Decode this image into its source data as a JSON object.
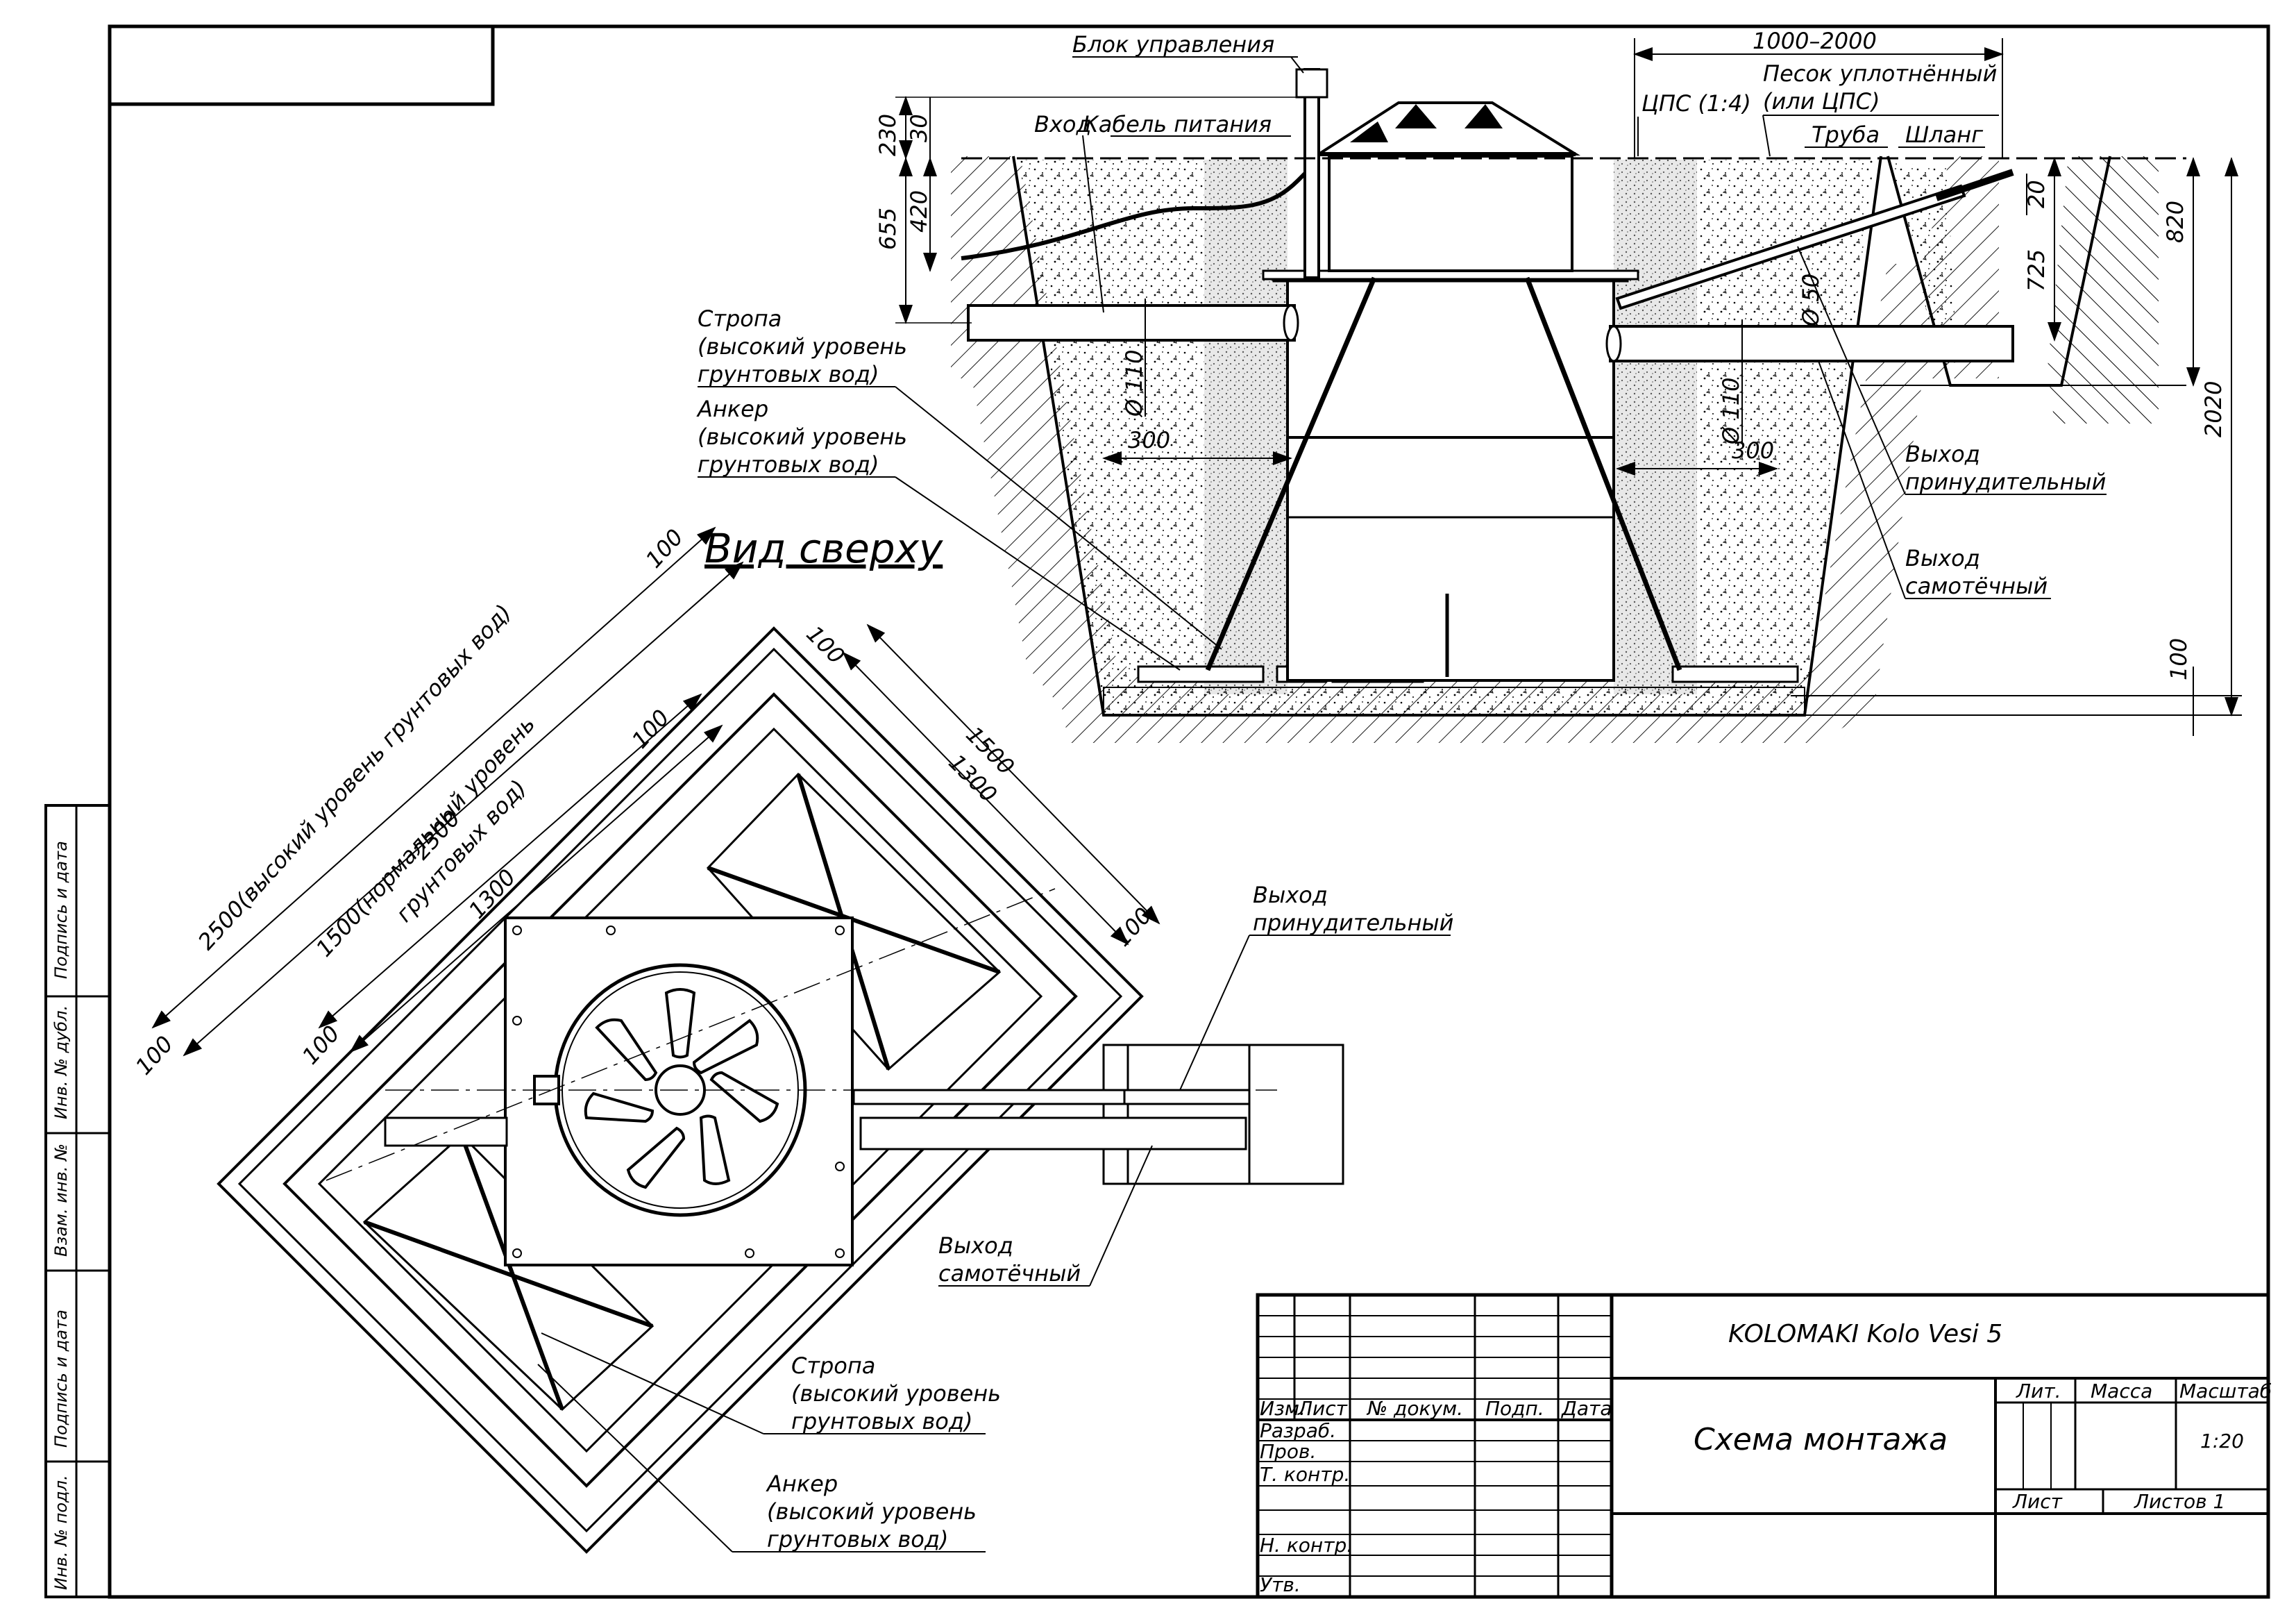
{
  "title_block": {
    "product": "KOLOMAKI Kolo Vesi 5",
    "sheet_title": "Схема монтажа",
    "headers": {
      "izm": "Изм.",
      "list": "Лист",
      "doc": "№ докум.",
      "sign": "Подп.",
      "date": "Дата"
    },
    "rows": {
      "razrab": "Разраб.",
      "prov": "Пров.",
      "tkontr": "Т. контр.",
      "nkontr": "Н. контр.",
      "utv": "Утв."
    },
    "lit": "Лит.",
    "mass": "Масса",
    "scale_label": "Масштаб",
    "scale": "1:20",
    "sheet": "Лист",
    "sheets": "Листов 1"
  },
  "side_strip": [
    "Подпись и дата",
    "Инв. № дубл.",
    "Взам. инв. №",
    "Подпись и дата",
    "Инв. № подл."
  ],
  "section": {
    "labels": {
      "control_unit": "Блок управления",
      "inlet": "Вход",
      "power_cable": "Кабель питания",
      "cps": "ЦПС (1:4)",
      "sand": "Песок уплотнённый",
      "sand2": "(или ЦПС)",
      "pipe": "Труба",
      "hose": "Шланг",
      "strap": "Стропа",
      "strap_note1": "(высокий уровень",
      "strap_note2": "грунтовых вод)",
      "anchor": "Анкер",
      "anchor_note1": "(высокий уровень",
      "anchor_note2": "грунтовых вод)",
      "forced_out": "Выход",
      "forced_out2": "принудительный",
      "gravity_out": "Выход",
      "gravity_out2": "самотёчный"
    },
    "dims": {
      "d1000_2000": "1000–2000",
      "d230": "230",
      "d30": "30",
      "d655": "655",
      "d420": "420",
      "d110a": "Ø 110",
      "d110b": "Ø 110",
      "d50": "Ø 50",
      "d300a": "300",
      "d300b": "300",
      "d20": "20",
      "d725": "725",
      "d820": "820",
      "d2020": "2020",
      "d100": "100"
    }
  },
  "plan": {
    "title": "Вид сверху",
    "dims": {
      "d2500": "2500(высокий уровень грунтовых вод)",
      "d2300": "2300",
      "d1500n": "1500(нормальный уровень",
      "d1500n2": "грунтовых вод)",
      "d1300a": "1300",
      "d1500": "1500",
      "d1300b": "1300",
      "d100a": "100",
      "d100b": "100",
      "d100c": "100",
      "d100d": "100",
      "d100e": "100",
      "d100f": "100"
    },
    "labels": {
      "forced_out": "Выход",
      "forced_out2": "принудительный",
      "gravity_out": "Выход",
      "gravity_out2": "самотёчный",
      "strap": "Стропа",
      "strap_note1": "(высокий уровень",
      "strap_note2": "грунтовых вод)",
      "anchor": "Анкер",
      "anchor_note1": "(высокий уровень",
      "anchor_note2": "грунтовых вод)"
    }
  }
}
